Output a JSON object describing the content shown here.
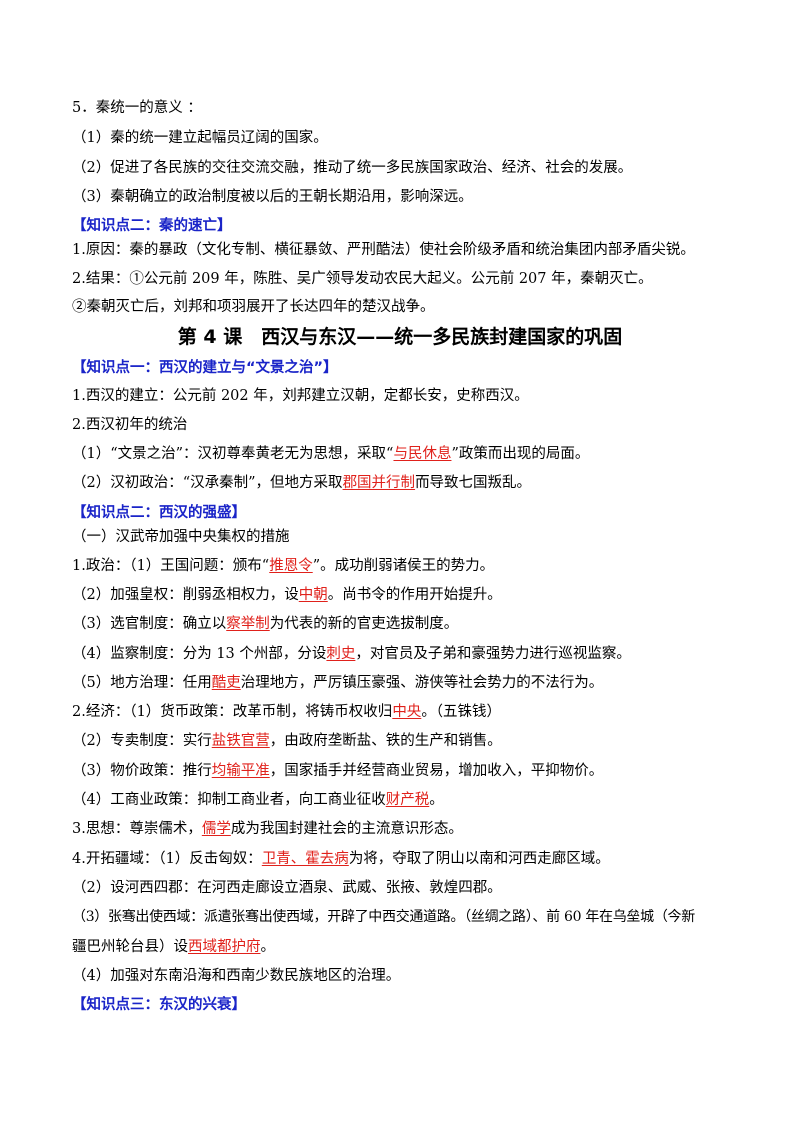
{
  "lines": {
    "l1": "5．秦统一的意义 ：",
    "l2": "（1）秦的统一建立起幅员辽阔的国家。",
    "l3": "（2）促进了各民族的交往交流交融，推动了统一多民族国家政治、经济、社会的发展。",
    "l4": "（3）秦朝确立的政治制度被以后的王朝长期沿用，影响深远。",
    "kp2": "【知识点二：秦的速亡】",
    "l5": "1.原因：秦的暴政（文化专制、横征暴敛、严刑酷法）使社会阶级矛盾和统治集团内部矛盾尖锐。",
    "l6": "2.结果：①公元前 209 年，陈胜、吴广领导发动农民大起义。公元前 207 年，秦朝灭亡。",
    "l7": "②秦朝灭亡后，刘邦和项羽展开了长达四年的楚汉战争。",
    "lesson": "第 4 课　西汉与东汉——统一多民族封建国家的巩固",
    "kp1": "【知识点一：西汉的建立与“文景之治”】",
    "l8": "1.西汉的建立：公元前 202 年，刘邦建立汉朝，定都长安，史称西汉。",
    "l9": "2.西汉初年的统治",
    "l10a": "（1）“文景之治”：汉初尊奉黄老无为思想，采取“",
    "l10h": "与民休息",
    "l10b": "”政策而出现的局面。",
    "l11a": "（2）汉初政治：“汉承秦制”，但地方采取",
    "l11h": "郡国并行制",
    "l11b": "而导致七国叛乱。",
    "kp3": "【知识点二：西汉的强盛】",
    "l12": "（一）汉武帝加强中央集权的措施",
    "l13a": "1.政治：（1）王国问题：颁布“",
    "l13h": "推恩令",
    "l13b": "”。成功削弱诸侯王的势力。",
    "l14a": "（2）加强皇权：削弱丞相权力，设",
    "l14h": "中朝",
    "l14b": "。尚书令的作用开始提升。",
    "l15a": "（3）选官制度：确立以",
    "l15h": "察举制",
    "l15b": "为代表的新的官吏选拔制度。",
    "l16a": "（4）监察制度：分为 13 个州部，分设",
    "l16h": "刺史",
    "l16b": "，对官员及子弟和豪强势力进行巡视监察。",
    "l17a": "（5）地方治理：任用",
    "l17h": "酷吏",
    "l17b": "治理地方，严厉镇压豪强、游侠等社会势力的不法行为。",
    "l18a": "2.经济：（1）货币政策：改革币制，将铸币权收归",
    "l18h": "中央",
    "l18b": "。（五铢钱）",
    "l19a": "（2）专卖制度：实行",
    "l19h": "盐铁官营",
    "l19b": "，由政府垄断盐、铁的生产和销售。",
    "l20a": "（3）物价政策：推行",
    "l20h": "均输平准",
    "l20b": "，国家插手并经营商业贸易，增加收入，平抑物价。",
    "l21a": "（4）工商业政策：抑制工商业者，向工商业征收",
    "l21h": "财产税",
    "l21b": "。",
    "l22a": "3.思想：尊崇儒术，",
    "l22h": "儒学",
    "l22b": "成为我国封建社会的主流意识形态。",
    "l23a": "4.开拓疆域：（1）反击匈奴：",
    "l23h": "卫青、霍去病",
    "l23b": "为将，夺取了阴山以南和河西走廊区域。",
    "l24": "（2）设河西四郡：在河西走廊设立酒泉、武威、张掖、敦煌四郡。",
    "l25": "（3）张骞出使西域：派遣张骞出使西域，开辟了中西交通道路。（丝绸之路）、前 60 年在乌垒城（今新",
    "l26a": "疆巴州轮台县）设",
    "l26h": "西域都护府",
    "l26b": "。",
    "l27": "（4）加强对东南沿海和西南少数民族地区的治理。",
    "kp4": "【知识点三：东汉的兴衰】"
  },
  "colors": {
    "knowledge_point": "#1a24c8",
    "highlight": "#e0211b"
  }
}
